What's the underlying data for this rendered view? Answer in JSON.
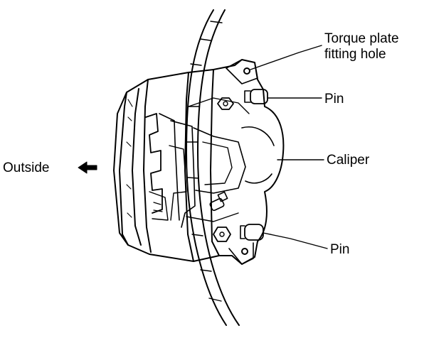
{
  "labels": {
    "torque_plate_line1": "Torque plate",
    "torque_plate_line2": "fitting hole",
    "pin_top": "Pin",
    "caliper": "Caliper",
    "outside": "Outside",
    "pin_bottom": "Pin"
  },
  "colors": {
    "ink": "#000000",
    "paper": "#ffffff"
  }
}
